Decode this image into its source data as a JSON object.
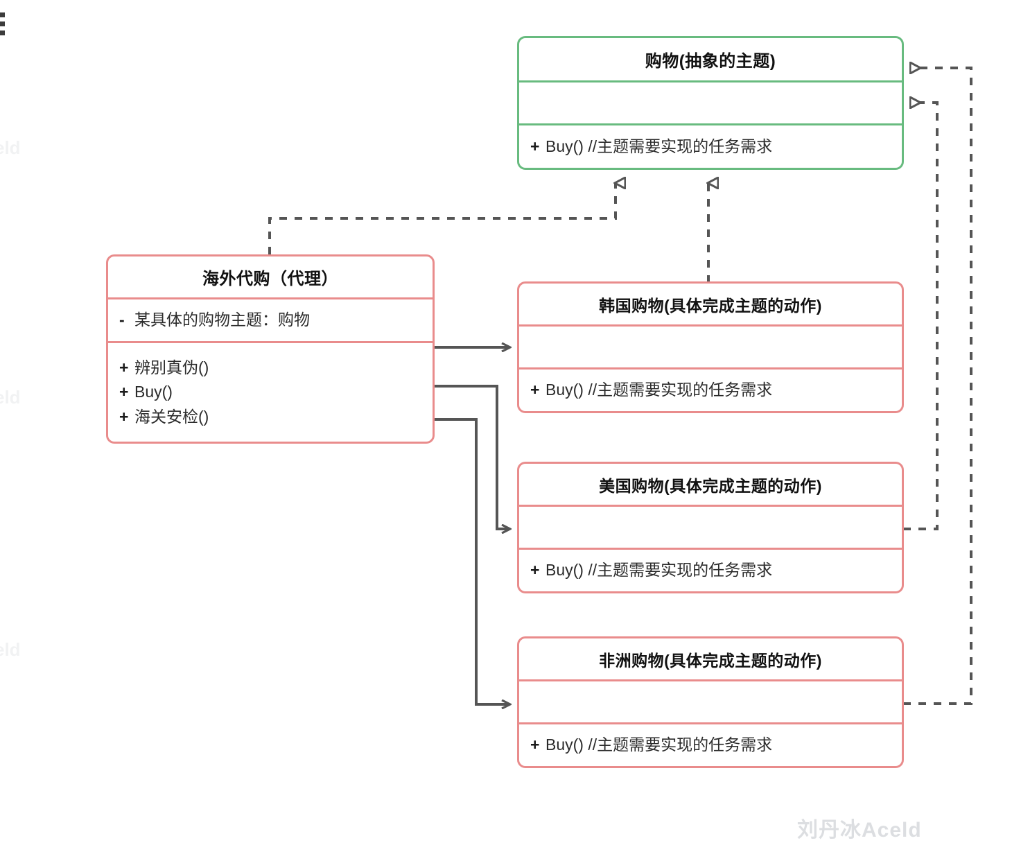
{
  "diagram": {
    "type": "uml-class-diagram",
    "title_note": "Proxy / Observer style UML class diagram (Chinese)",
    "colors": {
      "abstract_border": "#68bb7f",
      "concrete_border": "#e98c8c",
      "edge": "#555555",
      "text": "#2b2b2b",
      "watermark": "#dcdee1"
    },
    "classes": {
      "shopping": {
        "name": "购物(抽象的主题)",
        "attributes": [],
        "methods": [
          {
            "visibility": "+",
            "text": "Buy() //主题需要实现的任务需求"
          }
        ]
      },
      "overseas_proxy": {
        "name": "海外代购（代理）",
        "attributes": [
          {
            "visibility": "-",
            "text": "某具体的购物主题：购物"
          }
        ],
        "methods": [
          {
            "visibility": "+",
            "text": "辨别真伪()"
          },
          {
            "visibility": "+",
            "text": "Buy()"
          },
          {
            "visibility": "+",
            "text": "海关安检()"
          }
        ]
      },
      "korea": {
        "name": "韩国购物(具体完成主题的动作)",
        "attributes": [],
        "methods": [
          {
            "visibility": "+",
            "text": "Buy() //主题需要实现的任务需求"
          }
        ]
      },
      "usa": {
        "name": "美国购物(具体完成主题的动作)",
        "attributes": [],
        "methods": [
          {
            "visibility": "+",
            "text": "Buy() //主题需要实现的任务需求"
          }
        ]
      },
      "africa": {
        "name": "非洲购物(具体完成主题的动作)",
        "attributes": [],
        "methods": [
          {
            "visibility": "+",
            "text": "Buy() //主题需要实现的任务需求"
          }
        ]
      }
    },
    "relations": [
      {
        "from": "overseas_proxy",
        "to": "shopping",
        "kind": "realization",
        "style": "dashed-hollow-triangle"
      },
      {
        "from": "korea",
        "to": "shopping",
        "kind": "realization",
        "style": "dashed-hollow-triangle"
      },
      {
        "from": "usa",
        "to": "shopping",
        "kind": "realization",
        "style": "dashed-hollow-triangle"
      },
      {
        "from": "africa",
        "to": "shopping",
        "kind": "realization",
        "style": "dashed-hollow-triangle"
      },
      {
        "from": "overseas_proxy",
        "to": "korea",
        "kind": "association",
        "style": "solid-open-arrow"
      },
      {
        "from": "overseas_proxy",
        "to": "usa",
        "kind": "association",
        "style": "solid-open-arrow"
      },
      {
        "from": "overseas_proxy",
        "to": "africa",
        "kind": "association",
        "style": "solid-open-arrow"
      }
    ]
  },
  "watermark": {
    "main": "刘丹冰Aceld",
    "edge_fragments": [
      "eld",
      "eld",
      "eld"
    ]
  }
}
